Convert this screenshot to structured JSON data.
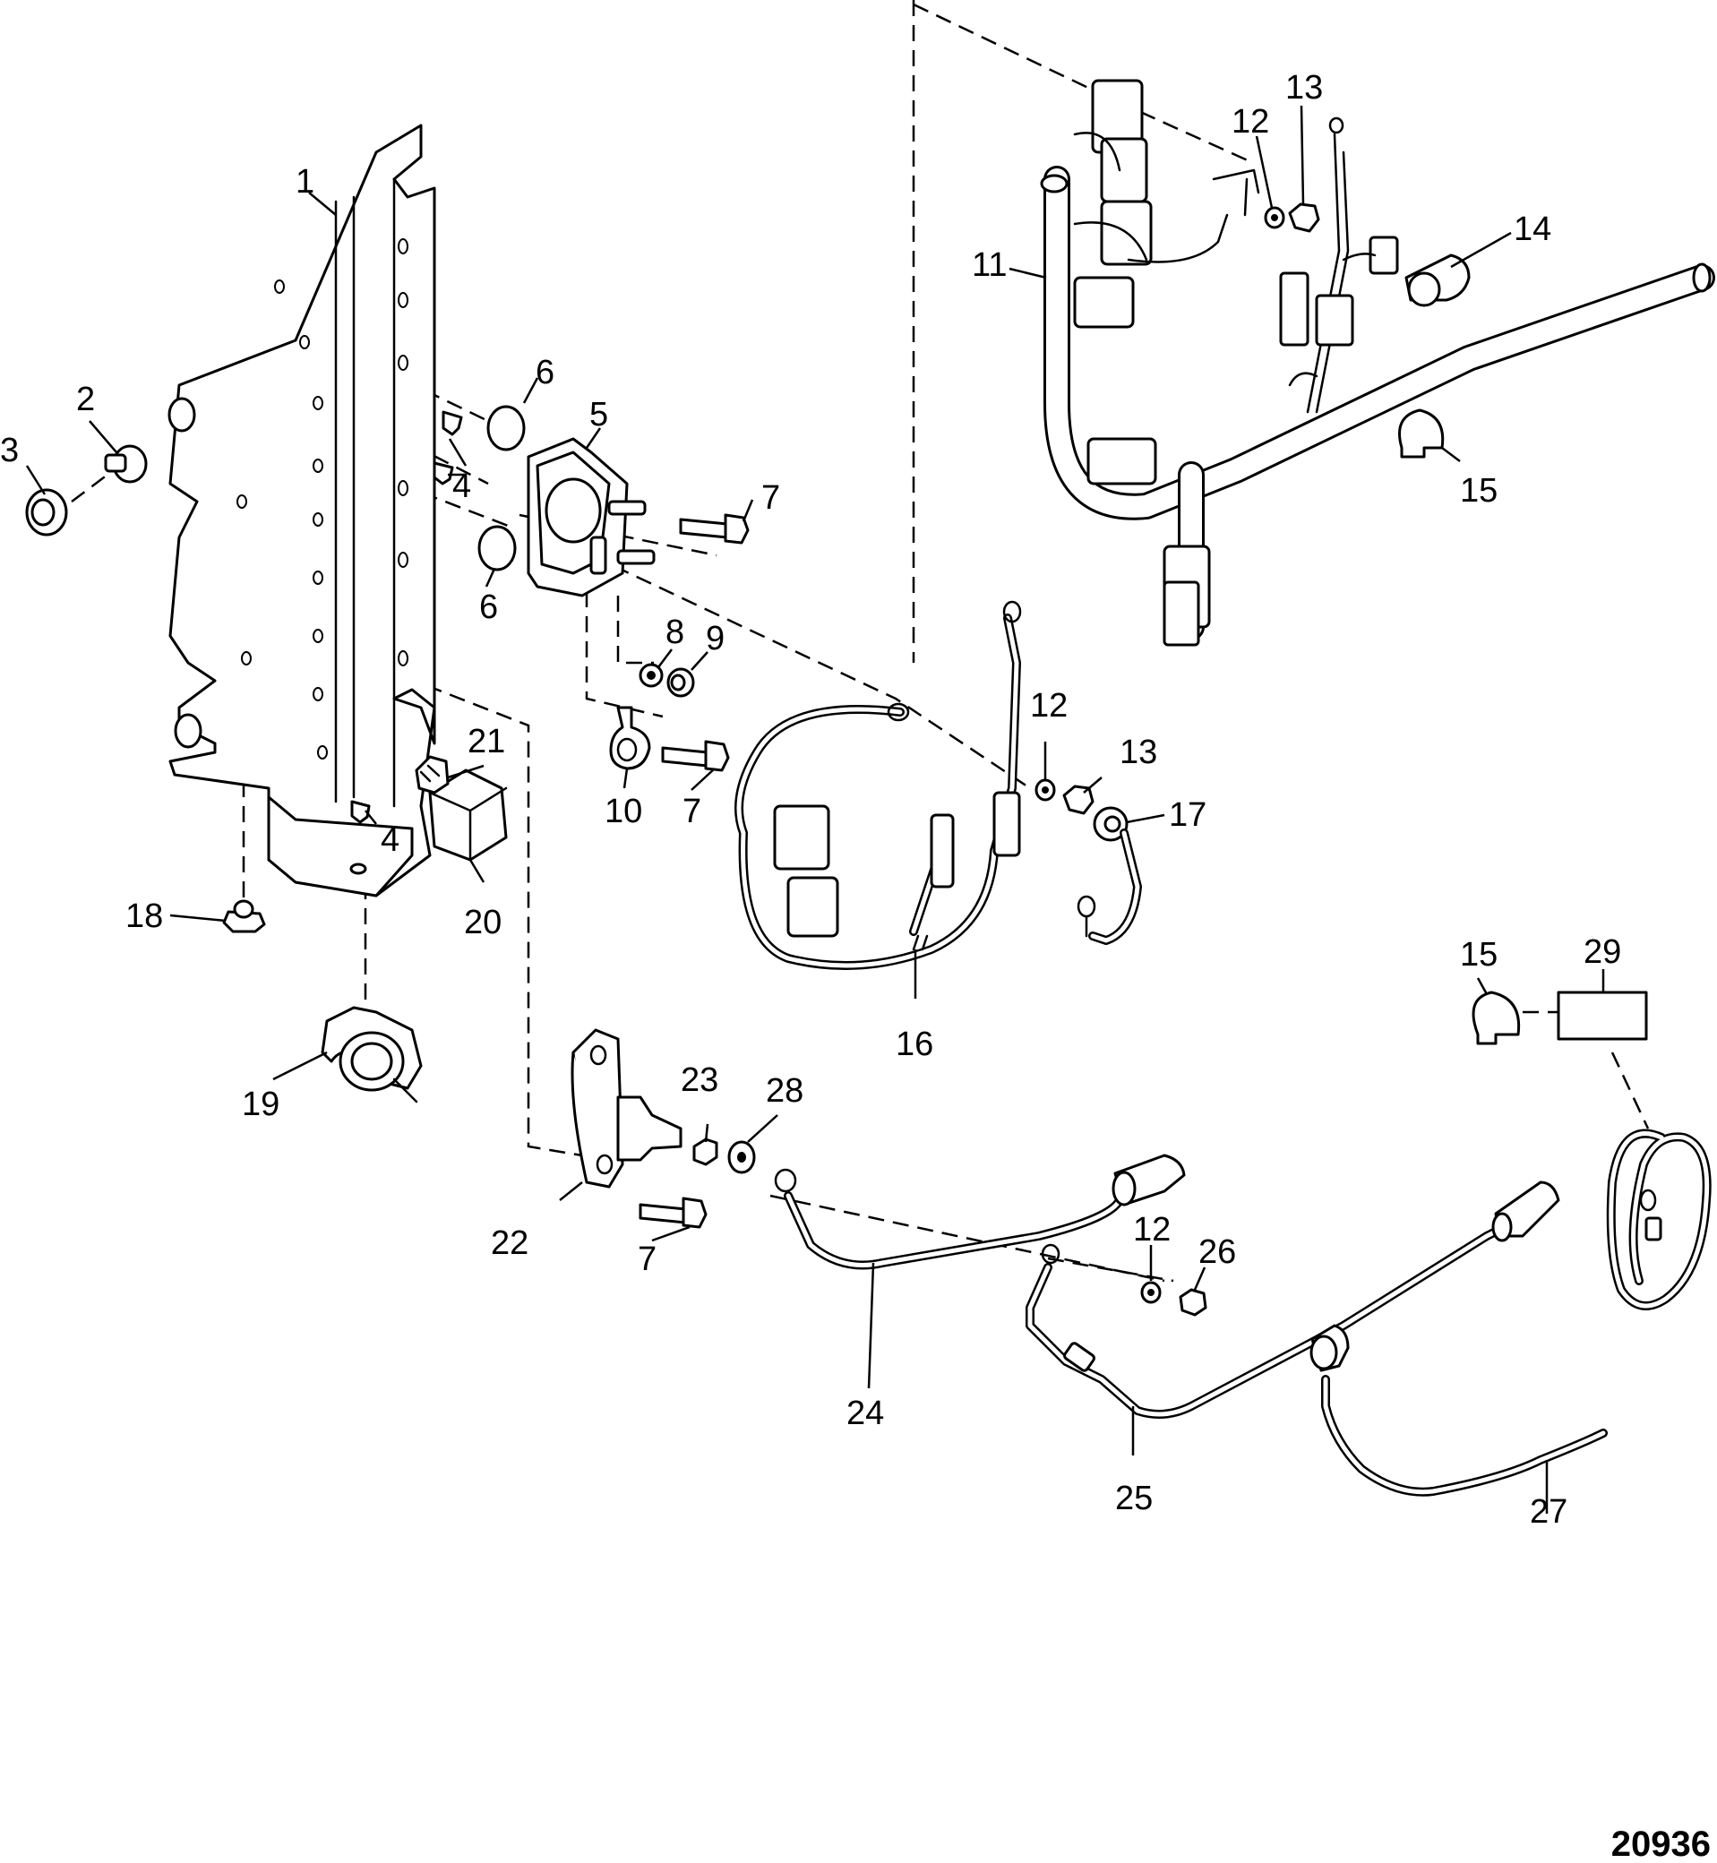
{
  "figure": {
    "number": "20936"
  },
  "callouts": {
    "c1": "1",
    "c2": "2",
    "c3": "3",
    "c4a": "4",
    "c4b": "4",
    "c5": "5",
    "c6a": "6",
    "c6b": "6",
    "c7a": "7",
    "c7b": "7",
    "c7c": "7",
    "c8": "8",
    "c9": "9",
    "c10": "10",
    "c11": "11",
    "c12a": "12",
    "c12b": "12",
    "c12c": "12",
    "c13a": "13",
    "c13b": "13",
    "c14": "14",
    "c15a": "15",
    "c15b": "15",
    "c16": "16",
    "c17": "17",
    "c18": "18",
    "c19": "19",
    "c20": "20",
    "c21": "21",
    "c22": "22",
    "c23": "23",
    "c24": "24",
    "c25": "25",
    "c26": "26",
    "c27": "27",
    "c28": "28",
    "c29": "29"
  }
}
